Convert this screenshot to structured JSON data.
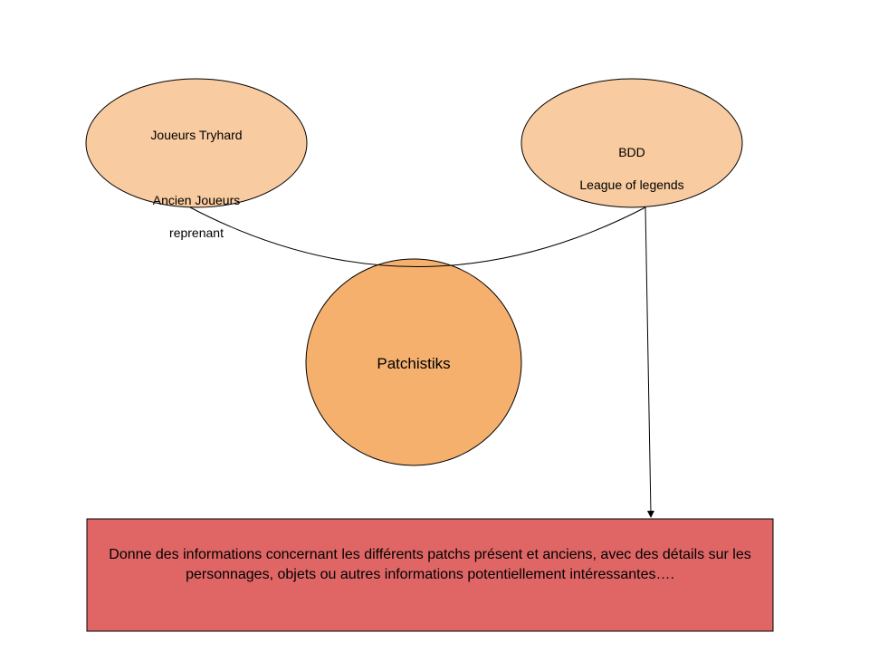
{
  "colors": {
    "node_light": "#f8cba0",
    "node_main": "#f5b06e",
    "box_fill": "#e06666",
    "stroke": "#000000",
    "background": "#ffffff"
  },
  "nodes": {
    "audience": {
      "line1": "Joueurs Tryhard",
      "line2": "",
      "line3": "Ancien Joueurs",
      "line4": "reprenant"
    },
    "database": {
      "line1": "BDD",
      "line2": "League of legends"
    },
    "product": {
      "label": "Patchistiks"
    }
  },
  "description_box": {
    "text": "Donne des informations concernant les différents patchs présent et anciens, avec des détails sur les personnages, objets ou autres informations potentiellement intéressantes…."
  }
}
